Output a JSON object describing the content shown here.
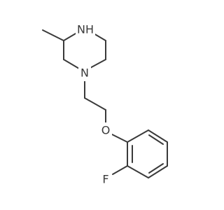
{
  "molecule": {
    "atoms": {
      "nh": {
        "label": "NH"
      },
      "n": {
        "label": "N"
      },
      "o": {
        "label": "O"
      },
      "f": {
        "label": "F"
      }
    },
    "colors": {
      "bond": "#3a3a3a",
      "text": "#3a3a3a",
      "background": "#ffffff"
    }
  }
}
